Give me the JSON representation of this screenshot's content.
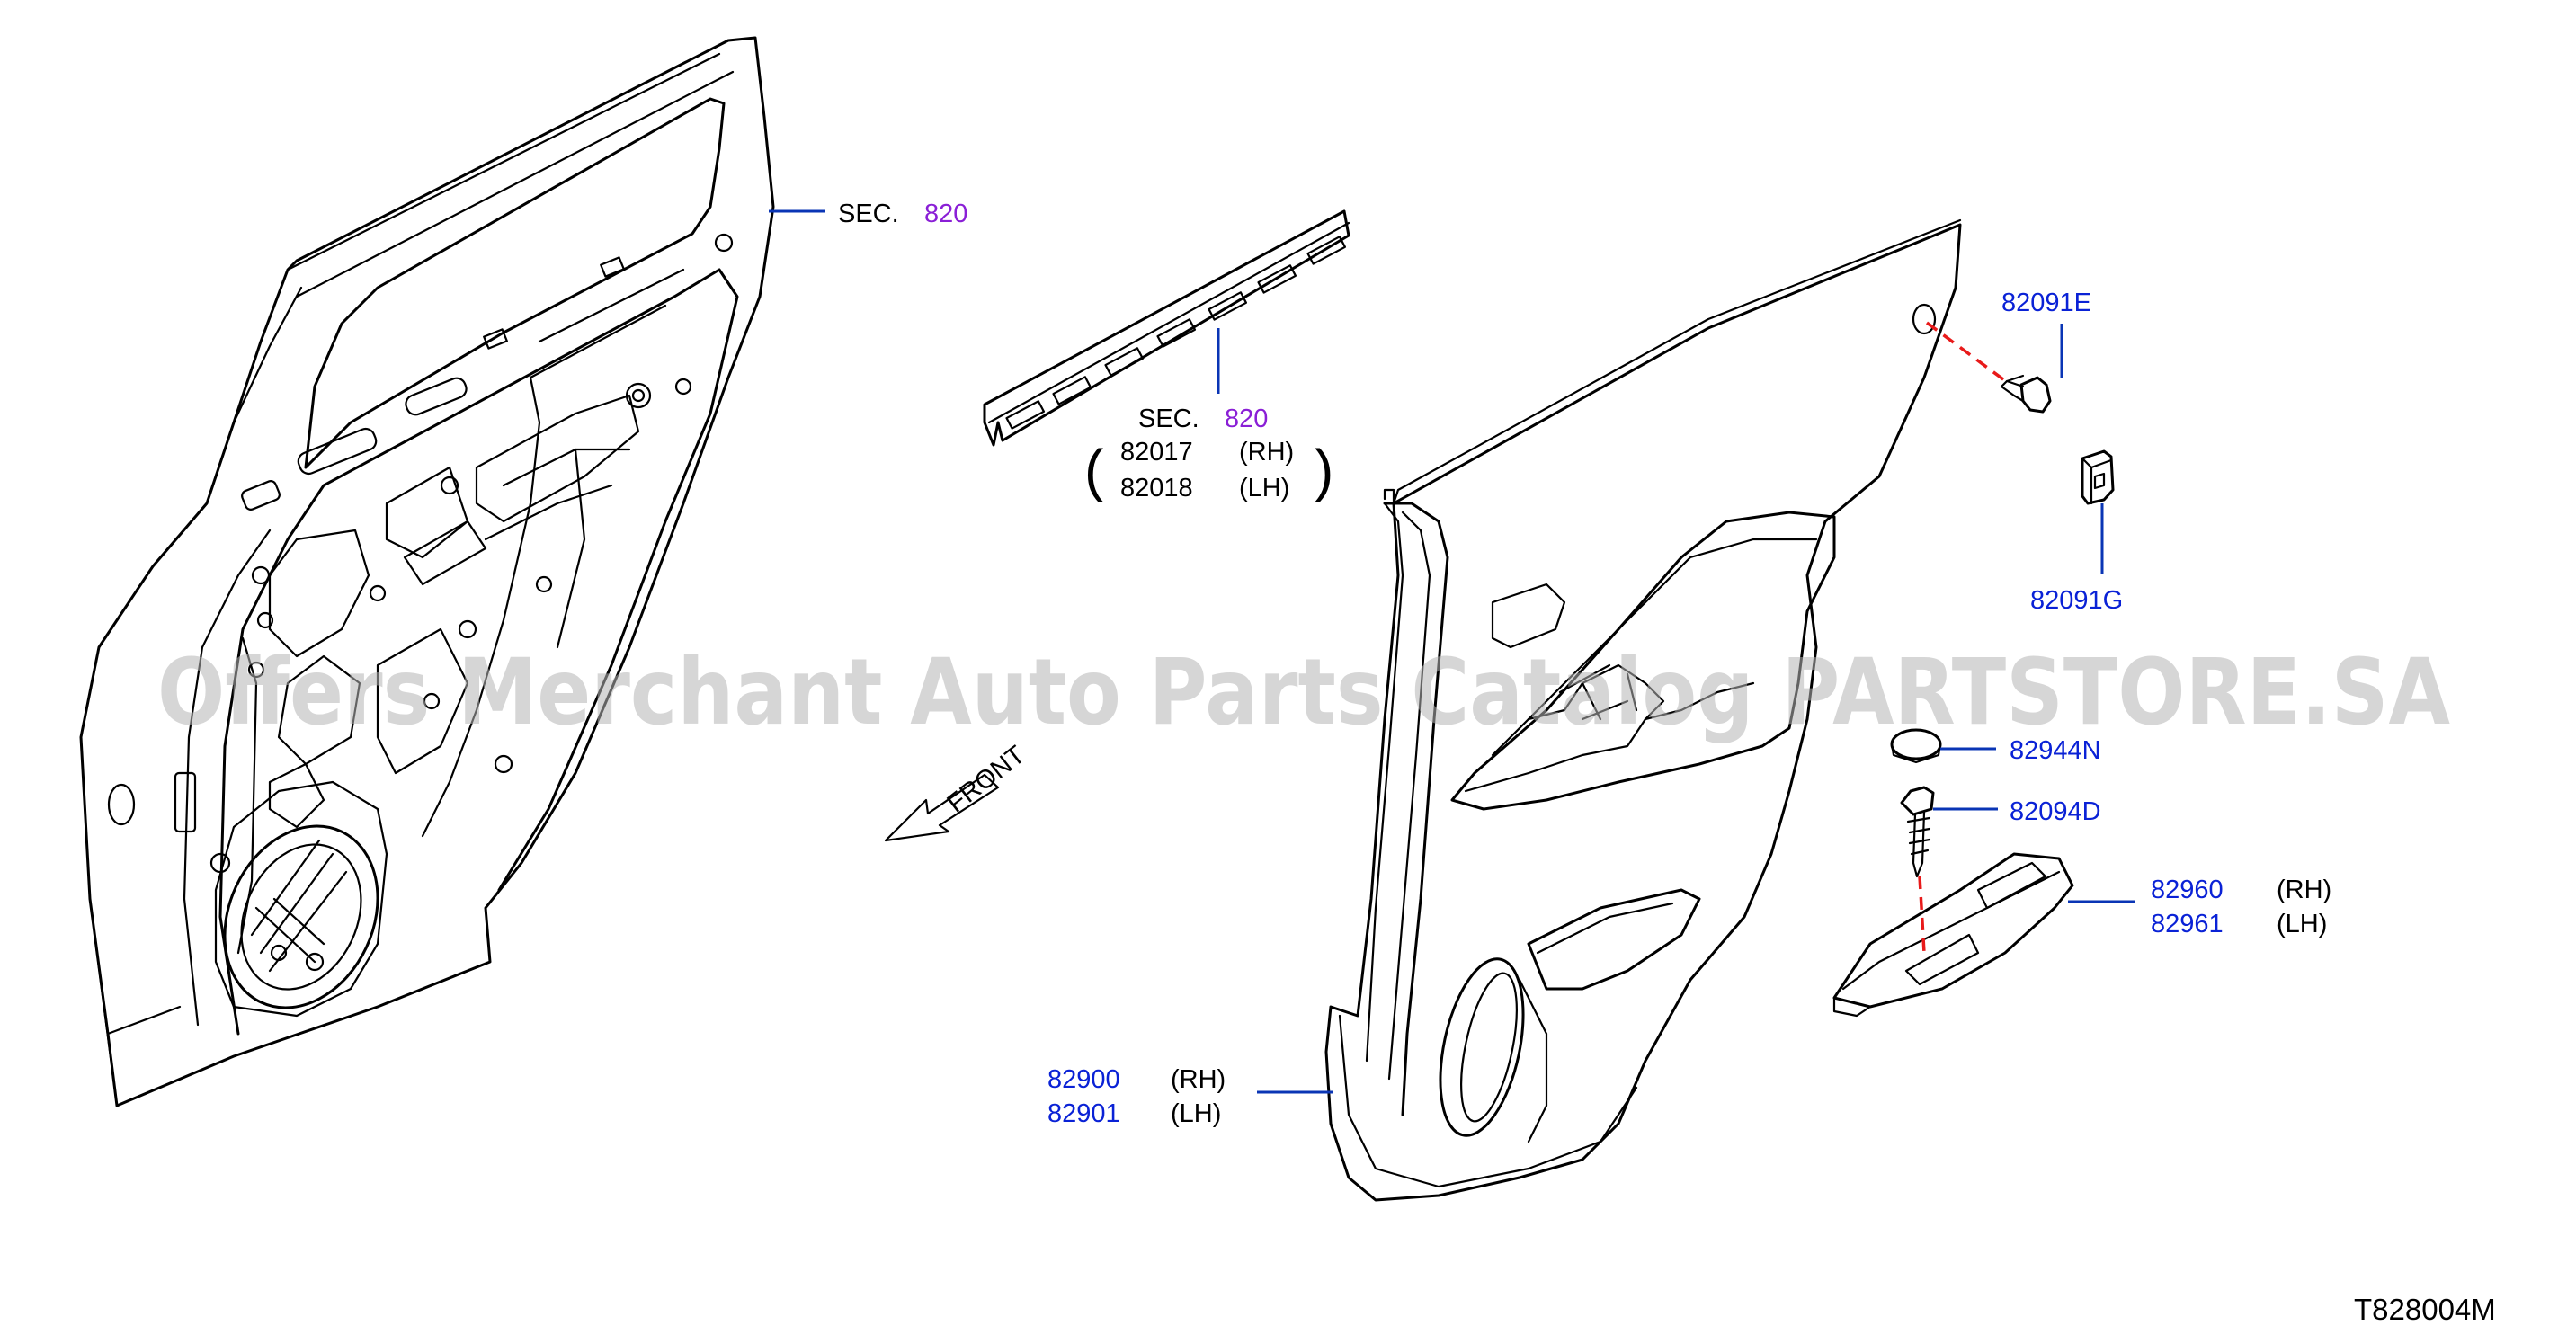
{
  "colors": {
    "part_number": "#0a22d6",
    "section_number": "#8a1fd6",
    "leader": "#0a35b5",
    "dashed_guide": "#e81a1a",
    "watermark": "#b4b4b4"
  },
  "callouts": {
    "sec_820_top": {
      "prefix": "SEC.",
      "number": "820"
    },
    "sec_820_mid": {
      "prefix": "SEC.",
      "number": "820"
    },
    "p82017": {
      "number": "82017",
      "side": "(RH)"
    },
    "p82018": {
      "number": "82018",
      "side": "(LH)"
    },
    "p82091E": {
      "number": "82091E"
    },
    "p82091G": {
      "number": "82091G"
    },
    "p82944N": {
      "number": "82944N"
    },
    "p82094D": {
      "number": "82094D"
    },
    "p82960": {
      "number": "82960",
      "side": "(RH)"
    },
    "p82961": {
      "number": "82961",
      "side": "(LH)"
    },
    "p82900": {
      "number": "82900",
      "side": "(RH)"
    },
    "p82901": {
      "number": "82901",
      "side": "(LH)"
    }
  },
  "front_arrow_label": "FRONT",
  "watermark": "Offers Merchant Auto Parts Catalog PARTSTORE.SA",
  "diagram_ref": "T828004M"
}
